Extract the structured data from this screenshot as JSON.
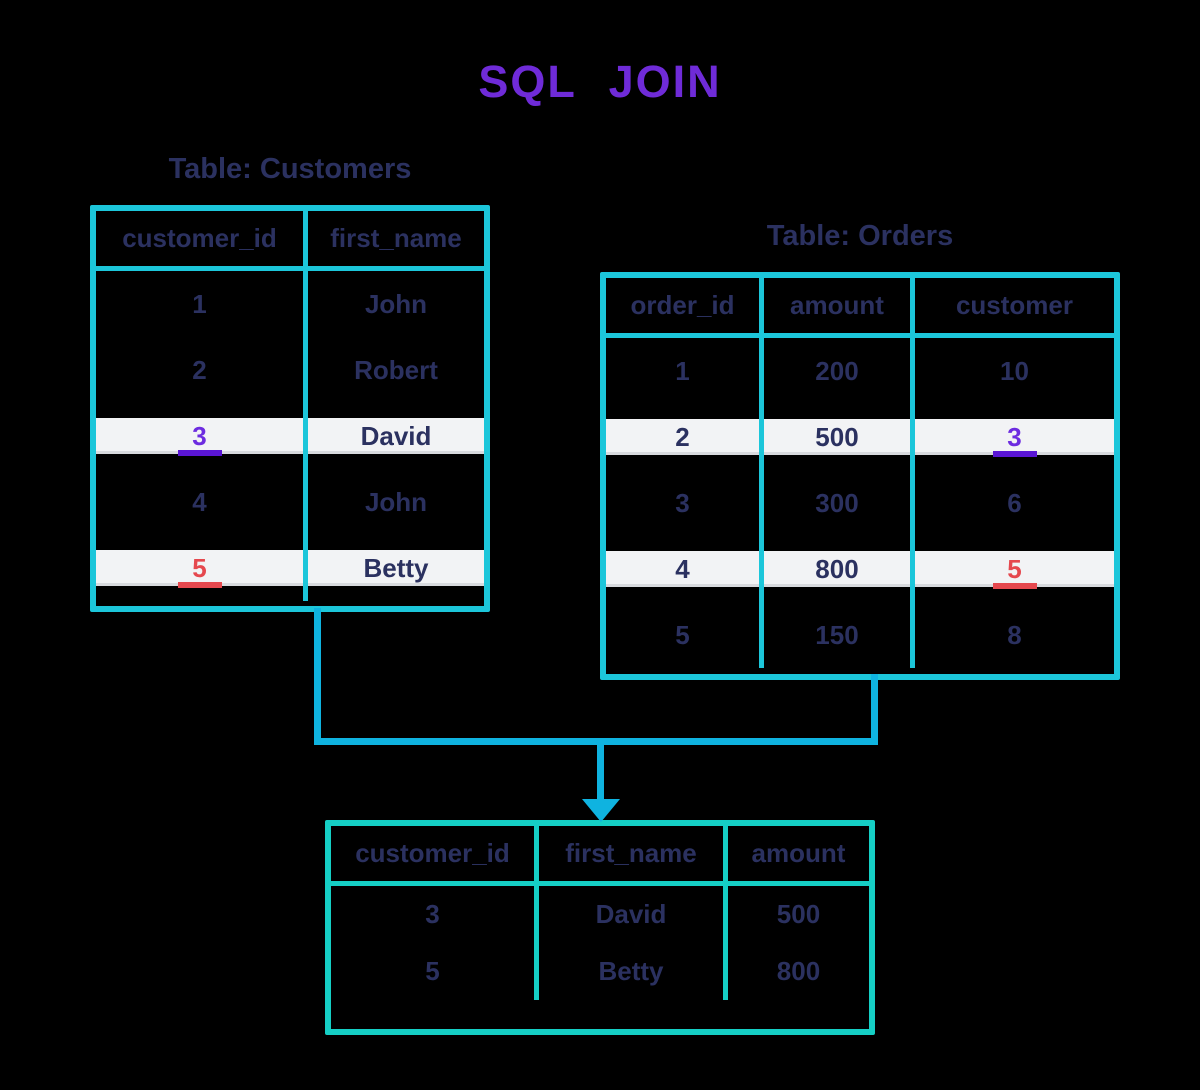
{
  "title": "SQL JOIN",
  "colors": {
    "page_bg": "#000000",
    "title_purple": "#6f2bd8",
    "text_navy": "#2b3160",
    "table_border": "#1cc6da",
    "result_border": "#15cfc5",
    "connector": "#0fb3e0",
    "highlight_bg": "#f2f3f5",
    "key_purple": "#6d2ce0",
    "key_purple_bar": "#5a15d5",
    "key_red": "#e5484e"
  },
  "tables": {
    "customers": {
      "label": "Table: Customers",
      "headers": [
        "customer_id",
        "first_name"
      ],
      "rows": [
        {
          "cells": [
            "1",
            "John"
          ],
          "highlight": false
        },
        {
          "cells": [
            "2",
            "Robert"
          ],
          "highlight": false
        },
        {
          "cells": [
            "3",
            "David"
          ],
          "highlight": true,
          "key_col": 0,
          "key_style": "purple"
        },
        {
          "cells": [
            "4",
            "John"
          ],
          "highlight": false
        },
        {
          "cells": [
            "5",
            "Betty"
          ],
          "highlight": true,
          "key_col": 0,
          "key_style": "red"
        }
      ]
    },
    "orders": {
      "label": "Table: Orders",
      "headers": [
        "order_id",
        "amount",
        "customer"
      ],
      "rows": [
        {
          "cells": [
            "1",
            "200",
            "10"
          ],
          "highlight": false
        },
        {
          "cells": [
            "2",
            "500",
            "3"
          ],
          "highlight": true,
          "key_col": 2,
          "key_style": "purple"
        },
        {
          "cells": [
            "3",
            "300",
            "6"
          ],
          "highlight": false
        },
        {
          "cells": [
            "4",
            "800",
            "5"
          ],
          "highlight": true,
          "key_col": 2,
          "key_style": "red"
        },
        {
          "cells": [
            "5",
            "150",
            "8"
          ],
          "highlight": false
        }
      ]
    },
    "result": {
      "headers": [
        "customer_id",
        "first_name",
        "amount"
      ],
      "rows": [
        {
          "cells": [
            "3",
            "David",
            "500"
          ],
          "highlight": false
        },
        {
          "cells": [
            "5",
            "Betty",
            "800"
          ],
          "highlight": false
        }
      ]
    }
  }
}
